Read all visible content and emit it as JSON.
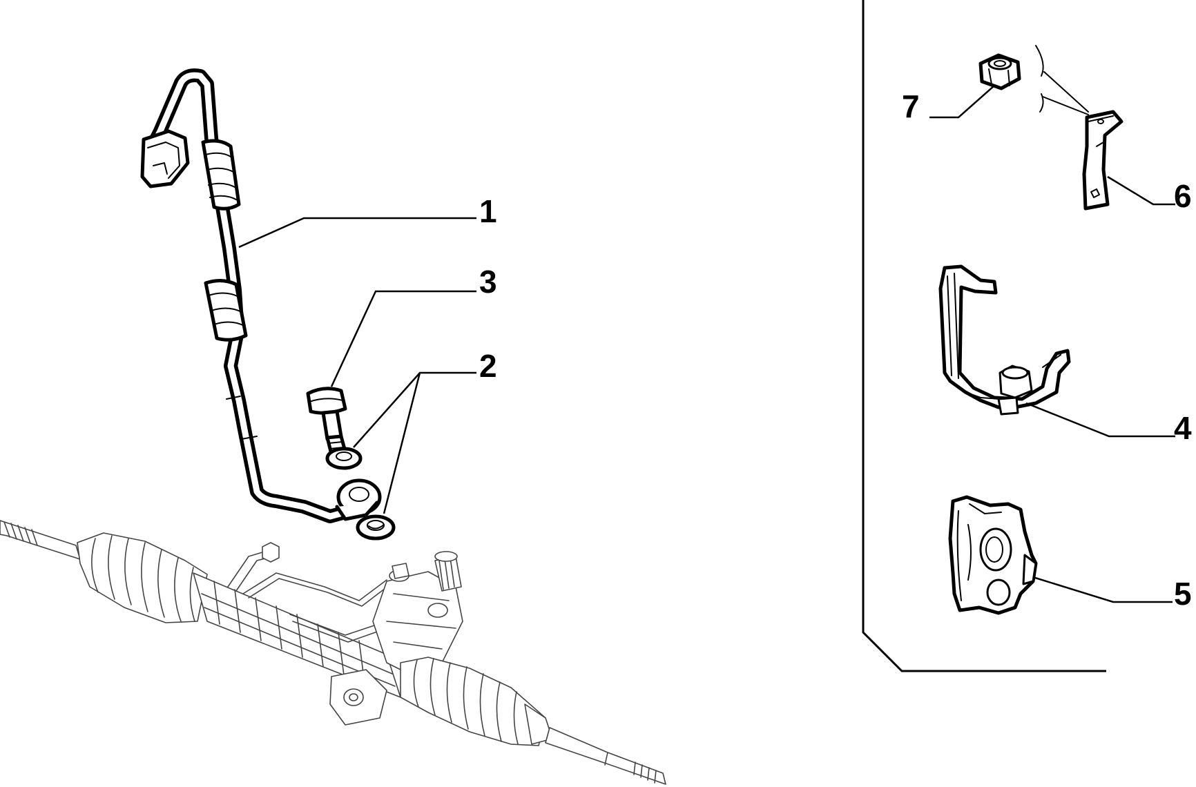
{
  "callouts": [
    {
      "id": "1",
      "label": "1"
    },
    {
      "id": "2",
      "label": "2"
    },
    {
      "id": "3",
      "label": "3"
    },
    {
      "id": "4",
      "label": "4"
    },
    {
      "id": "5",
      "label": "5"
    },
    {
      "id": "6",
      "label": "6"
    },
    {
      "id": "7",
      "label": "7"
    }
  ],
  "colors": {
    "line": "#000000",
    "rack_line": "#444444",
    "background": "#ffffff"
  }
}
